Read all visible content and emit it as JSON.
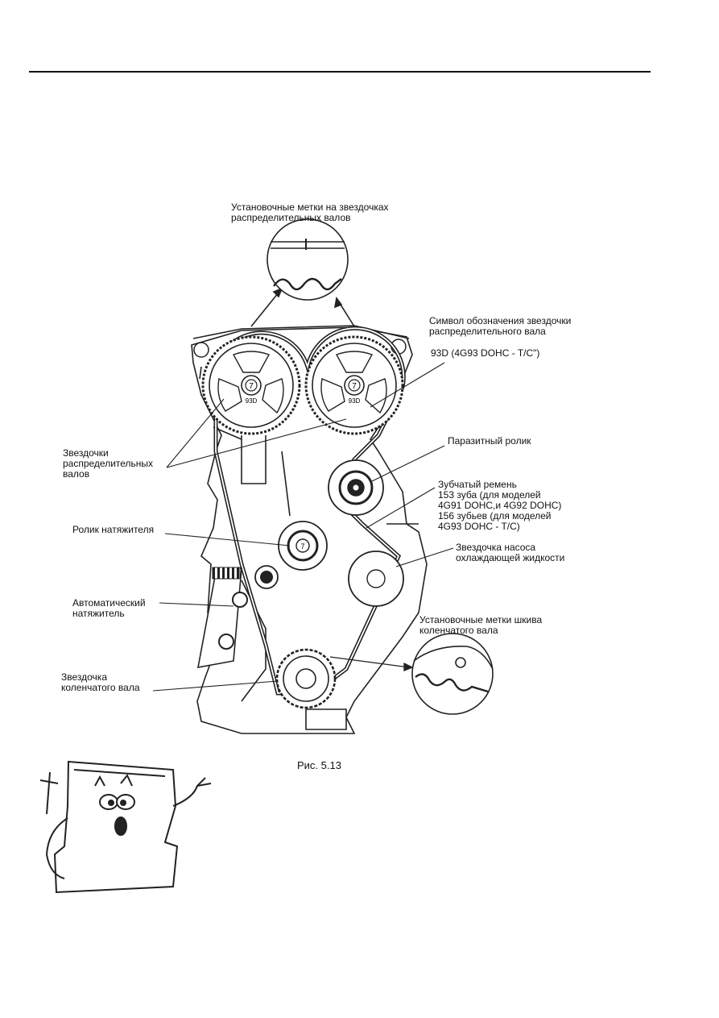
{
  "figure": {
    "caption": "Рис. 5.13",
    "sprocket_mark": "93D",
    "bolt_mark": "7"
  },
  "labels": {
    "cam_timing_marks": "Установочные метки на звездочках\nраспределительных валов",
    "cam_symbol": "Символ обозначения звездочки\nраспределительного вала",
    "cam_symbol_value": "93D (4G93 DOHC - T/C\")",
    "cam_sprockets": "Звездочки\nраспределительных\nвалов",
    "idler_pulley": "Паразитный ролик",
    "timing_belt": "Зубчатый ремень\n153 зуба (для моделей\n4G91 DOHC,и 4G92 DOHC)\n156 зубьев (для моделей\n4G93 DOHC - T/C)",
    "tensioner_pulley": "Ролик натяжителя",
    "water_pump_sprocket": "Звездочка насоса\nохлаждающей жидкости",
    "auto_tensioner": "Автоматический\nнатяжитель",
    "crank_timing_marks": "Установочные метки шкива\nколенчатого вала",
    "crank_sprocket": "Звездочка\nколенчатого вала"
  }
}
